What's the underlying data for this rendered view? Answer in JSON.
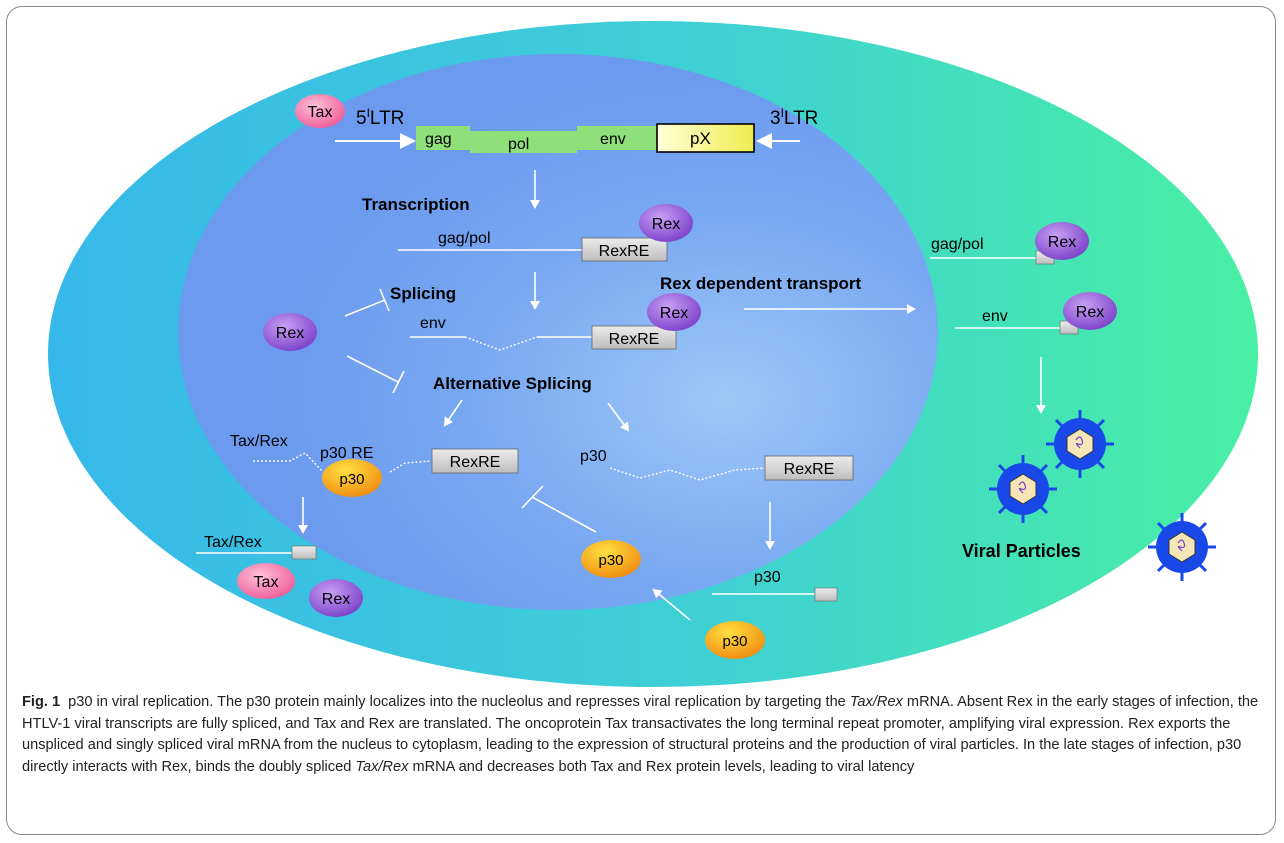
{
  "diagram": {
    "gene_map": {
      "ltr5_prefix": "5",
      "ltr5_sup": "I",
      "ltr5_suffix": "LTR",
      "ltr3_prefix": "3",
      "ltr3_sup": "I",
      "ltr3_suffix": "LTR",
      "segments": {
        "gag": "gag",
        "pol": "pol",
        "env": "env",
        "px": "pX"
      }
    },
    "proteins": {
      "tax": "Tax",
      "rex": "Rex",
      "p30": "p30"
    },
    "steps": {
      "transcription": "Transcription",
      "splicing": "Splicing",
      "alternative_splicing": "Alternative Splicing",
      "rex_transport": "Rex dependent transport",
      "viral_particles": "Viral Particles"
    },
    "transcripts": {
      "gag_pol": "gag/pol",
      "env": "env",
      "tax_rex": "Tax/Rex",
      "p30": "p30",
      "p30_re": "p30 RE",
      "rexre": "RexRE"
    },
    "colors": {
      "cell": "#3ec6e0",
      "cell_edge": "#44e8a4",
      "nucleus": "#6f9ef0",
      "green_segment": "#8fe07a",
      "px_segment": "#f5f57a",
      "tax": "#f277a8",
      "rex": "#8a4fd1",
      "p30": "#f4a214",
      "virion": "#1848e8"
    }
  },
  "caption": {
    "label": "Fig. 1",
    "p1": "p30 in viral replication. The p30 protein mainly localizes into the nucleolus and represses viral replication by targeting the ",
    "p1_italic": "Tax/Rex",
    "p2": " mRNA. Absent Rex in the early stages of infection, the HTLV-1 viral transcripts are fully spliced, and Tax and Rex are translated. The oncoprotein Tax transactivates the long terminal repeat promoter, amplifying viral expression. Rex exports the unspliced and singly spliced viral mRNA from the nucleus to cytoplasm, leading to the expression of structural proteins and the production of viral particles. In the late stages of infection, p30 directly interacts with Rex, binds the doubly spliced ",
    "p2_italic": "Tax/Rex",
    "p3": " mRNA and decreases both Tax and Rex protein levels, leading to viral latency"
  }
}
